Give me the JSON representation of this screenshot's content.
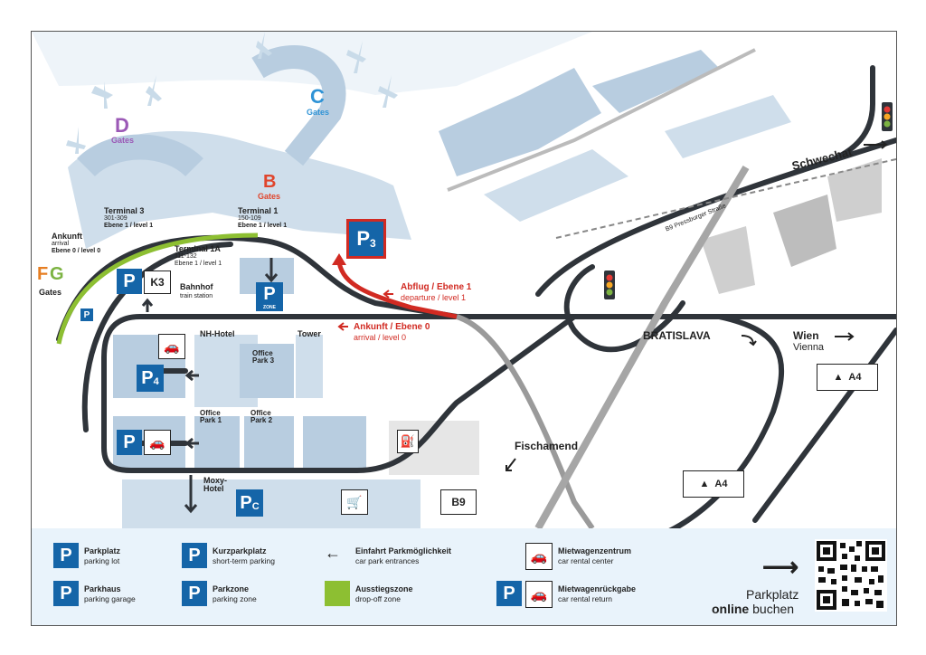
{
  "gates": {
    "d": {
      "letter": "D",
      "label": "Gates"
    },
    "c": {
      "letter": "C",
      "label": "Gates"
    },
    "b": {
      "letter": "B",
      "label": "Gates"
    },
    "f": "F",
    "g": "G",
    "fg_label": "Gates"
  },
  "terminals": {
    "t3": {
      "name": "Terminal 3",
      "gates": "301-309",
      "level": "Ebene 1 / level 1"
    },
    "t1": {
      "name": "Terminal 1",
      "gates": "150-109",
      "level": "Ebene 1 / level 1"
    },
    "t1a": {
      "name": "Terminal 1A",
      "gates": "111-132",
      "level": "Ebene 1 / level 1"
    },
    "arrival": {
      "name": "Ankunft",
      "sub": "arrival",
      "level": "Ebene 0 / level 0"
    }
  },
  "places": {
    "bahnhof": "Bahnhof",
    "train_station": "train station",
    "nh_hotel": "NH-Hotel",
    "tower": "Tower",
    "office_park_3": [
      "Office",
      "Park 3"
    ],
    "office_park_1": [
      "Office",
      "Park 1"
    ],
    "office_park_2": [
      "Office",
      "Park 2"
    ],
    "moxy_hotel": [
      "Moxy-",
      "Hotel"
    ],
    "k3": "K3",
    "p3": "P",
    "p3_sub": "3",
    "p4": "P",
    "p4_sub": "4",
    "pc": "P",
    "pc_sub": "C",
    "zone": "ZONE"
  },
  "routes": {
    "abflug": "Abflug / Ebene 1",
    "departure": "departure / level 1",
    "ankunft": "Ankunft / Ebene 0",
    "arrival": "arrival / level 0",
    "schwechat": "Schwechat",
    "pressburger": "B9 Pressburger Straße",
    "bratislava": "BRATISLAVA",
    "wien": "Wien",
    "vienna": "Vienna",
    "fischamend": "Fischamend",
    "a4": "A4",
    "b9": "B9"
  },
  "legend": {
    "parkplatz": {
      "title": "Parkplatz",
      "sub": "parking lot"
    },
    "parkhaus": {
      "title": "Parkhaus",
      "sub": "parking garage"
    },
    "kurzparkplatz": {
      "title": "Kurzparkplatz",
      "sub": "short-term parking"
    },
    "parkzone": {
      "title": "Parkzone",
      "sub": "parking zone"
    },
    "einfahrt": {
      "title": "Einfahrt Parkmöglichkeit",
      "sub": "car park entrances"
    },
    "ausstieg": {
      "title": "Ausstiegszone",
      "sub": "drop-off zone"
    },
    "mietwagen": {
      "title": "Mietwagenzentrum",
      "sub": "car rental center"
    },
    "rueckgabe": {
      "title": "Mietwagenrückgabe",
      "sub": "car rental return"
    },
    "online_line1": "Parkplatz",
    "online_bold": "online",
    "online_rest": "buchen"
  },
  "colors": {
    "road": "#2f343a",
    "building": "#b8cde0",
    "apron": "#dde8f2",
    "departure_red": "#d12a22",
    "dropoff_green": "#8dbf32",
    "parking_blue": "#1565a8",
    "gate_d": "#9b59b6",
    "gate_c": "#2f93d6",
    "gate_b": "#e0452c",
    "gate_f": "#e67e22",
    "gate_g": "#7cb342"
  }
}
